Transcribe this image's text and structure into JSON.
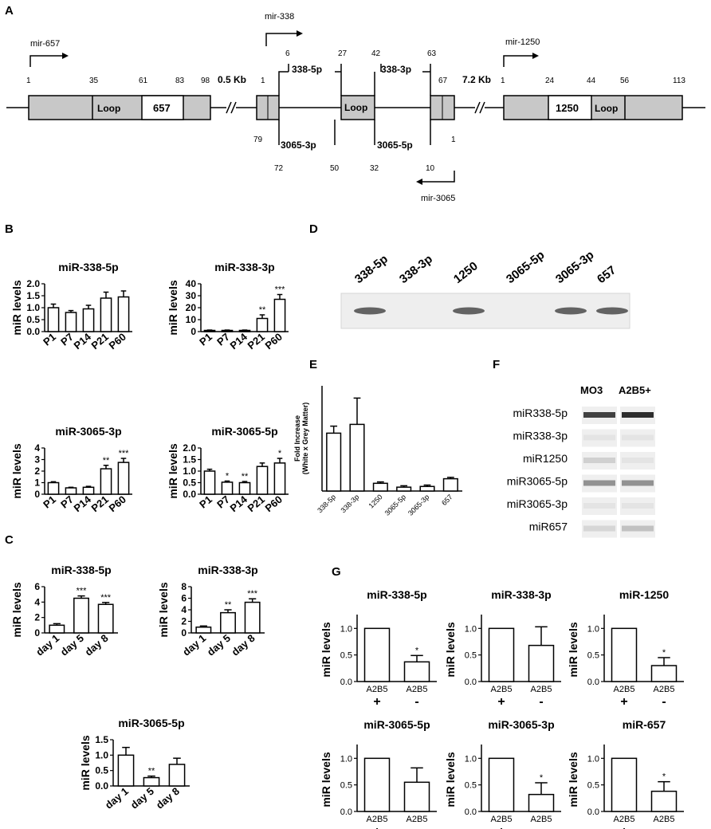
{
  "panel_letters": {
    "A": "A",
    "B": "B",
    "C": "C",
    "D": "D",
    "E": "E",
    "F": "F",
    "G": "G"
  },
  "panelA": {
    "promoters": {
      "mir657": "mir-657",
      "mir338": "mir-338",
      "mir1250": "mir-1250",
      "mir3065": "mir-3065"
    },
    "gaps": [
      "0.5 Kb",
      "7.2 Kb"
    ],
    "box657": {
      "positions": [
        "1",
        "35",
        "61",
        "83",
        "98"
      ],
      "loop": "Loop",
      "name": "657"
    },
    "box338": {
      "top_positions": [
        "1",
        "6",
        "27",
        "42",
        "63",
        "67"
      ],
      "bottom_positions": [
        "79",
        "72",
        "50",
        "32",
        "10",
        "1"
      ],
      "labels": {
        "mir338_5p": "338-5p",
        "mir338_3p": "338-3p",
        "mir3065_3p": "3065-3p",
        "mir3065_5p": "3065-5p",
        "loop": "Loop"
      }
    },
    "box1250": {
      "positions": [
        "1",
        "24",
        "44",
        "56",
        "113"
      ],
      "name": "1250",
      "loop": "Loop"
    }
  },
  "panelD": {
    "lanes": [
      "338-5p",
      "338-3p",
      "1250",
      "3065-5p",
      "3065-3p",
      "657"
    ],
    "band_present": [
      true,
      false,
      true,
      false,
      true,
      true
    ]
  },
  "panelF": {
    "columns": [
      "MO3",
      "A2B5+"
    ],
    "rows": [
      "miR338-5p",
      "miR338-3p",
      "miR1250",
      "miR3065-5p",
      "miR3065-3p",
      "miR657"
    ],
    "band_intensity": [
      [
        0.85,
        0.95
      ],
      [
        0.05,
        0.05
      ],
      [
        0.15,
        0.05
      ],
      [
        0.45,
        0.45
      ],
      [
        0.05,
        0.05
      ],
      [
        0.12,
        0.22
      ]
    ]
  },
  "chart_data": [
    {
      "id": "B1",
      "type": "bar",
      "title": "miR-338-5p",
      "ylabel": "miR levels",
      "categories": [
        "P1",
        "P7",
        "P14",
        "P21",
        "P60"
      ],
      "values": [
        1.0,
        0.8,
        0.95,
        1.4,
        1.45
      ],
      "errors": [
        0.15,
        0.08,
        0.15,
        0.25,
        0.25
      ],
      "sig": [
        "",
        "",
        "",
        "",
        ""
      ],
      "ylim": [
        0,
        2.0
      ],
      "yticks": [
        "0.0",
        "0.5",
        "1.0",
        "1.5",
        "2.0"
      ]
    },
    {
      "id": "B2",
      "type": "bar",
      "title": "miR-338-3p",
      "ylabel": "miR levels",
      "categories": [
        "P1",
        "P7",
        "P14",
        "P21",
        "P60"
      ],
      "values": [
        1,
        1,
        1,
        11,
        27
      ],
      "errors": [
        0.3,
        0.3,
        0.3,
        3,
        4
      ],
      "sig": [
        "",
        "",
        "",
        "**",
        "***"
      ],
      "ylim": [
        0,
        40
      ],
      "yticks": [
        "0",
        "10",
        "20",
        "30",
        "40"
      ]
    },
    {
      "id": "B3",
      "type": "bar",
      "title": "miR-3065-3p",
      "ylabel": "miR levels",
      "categories": [
        "P1",
        "P7",
        "P14",
        "P21",
        "P60"
      ],
      "values": [
        1.0,
        0.55,
        0.6,
        2.2,
        2.75
      ],
      "errors": [
        0.08,
        0.05,
        0.08,
        0.3,
        0.35
      ],
      "sig": [
        "",
        "",
        "",
        "**",
        "***"
      ],
      "ylim": [
        0,
        4
      ],
      "yticks": [
        "0",
        "1",
        "2",
        "3",
        "4"
      ]
    },
    {
      "id": "B4",
      "type": "bar",
      "title": "miR-3065-5p",
      "ylabel": "miR levels",
      "categories": [
        "P1",
        "P7",
        "P14",
        "P21",
        "P60"
      ],
      "values": [
        1.0,
        0.52,
        0.5,
        1.2,
        1.35
      ],
      "errors": [
        0.08,
        0.05,
        0.05,
        0.15,
        0.2
      ],
      "sig": [
        "",
        "*",
        "**",
        "",
        "*"
      ],
      "ylim": [
        0,
        2.0
      ],
      "yticks": [
        "0.0",
        "0.5",
        "1.0",
        "1.5",
        "2.0"
      ]
    },
    {
      "id": "C1",
      "type": "bar",
      "title": "miR-338-5p",
      "ylabel": "miR levels",
      "categories": [
        "day 1",
        "day 5",
        "day 8"
      ],
      "values": [
        1.0,
        4.5,
        3.7
      ],
      "errors": [
        0.2,
        0.3,
        0.25
      ],
      "sig": [
        "",
        "***",
        "***"
      ],
      "ylim": [
        0,
        6
      ],
      "yticks": [
        "0",
        "2",
        "4",
        "6"
      ]
    },
    {
      "id": "C2",
      "type": "bar",
      "title": "miR-338-3p",
      "ylabel": "miR levels",
      "categories": [
        "day 1",
        "day 5",
        "day 8"
      ],
      "values": [
        1.0,
        3.5,
        5.3
      ],
      "errors": [
        0.2,
        0.5,
        0.6
      ],
      "sig": [
        "",
        "**",
        "***"
      ],
      "ylim": [
        0,
        8
      ],
      "yticks": [
        "0",
        "2",
        "4",
        "6",
        "8"
      ]
    },
    {
      "id": "C3",
      "type": "bar",
      "title": "miR-3065-5p",
      "ylabel": "miR levels",
      "categories": [
        "day 1",
        "day 5",
        "day 8"
      ],
      "values": [
        1.0,
        0.27,
        0.7
      ],
      "errors": [
        0.25,
        0.05,
        0.2
      ],
      "sig": [
        "",
        "**",
        ""
      ],
      "ylim": [
        0,
        1.5
      ],
      "yticks": [
        "0.0",
        "0.5",
        "1.0",
        "1.5"
      ]
    },
    {
      "id": "E",
      "type": "bar",
      "title": "",
      "ylabel": "Fold Increase\n(White x Grey Matter)",
      "categories": [
        "338-5p",
        "338-3p",
        "1250",
        "3065-5p",
        "3065-3p",
        "657"
      ],
      "values": [
        16.5,
        19,
        2.2,
        1.1,
        1.3,
        3.5
      ],
      "errors": [
        2,
        7.5,
        0.4,
        0.4,
        0.4,
        0.4
      ],
      "sig": [
        "",
        "",
        "",
        "",
        "",
        ""
      ],
      "ylim": [
        0,
        30
      ],
      "yticks": []
    },
    {
      "id": "G1",
      "type": "bar",
      "title": "miR-338-5p",
      "ylabel": "miR levels",
      "categories": [
        "A2B5\n+",
        "A2B5\n-"
      ],
      "values": [
        1.0,
        0.37
      ],
      "errors": [
        0,
        0.12
      ],
      "sig": [
        "",
        "*"
      ],
      "ylim": [
        0,
        1.2
      ],
      "yticks": [
        "0.0",
        "0.5",
        "1.0"
      ]
    },
    {
      "id": "G2",
      "type": "bar",
      "title": "miR-338-3p",
      "ylabel": "miR levels",
      "categories": [
        "A2B5\n+",
        "A2B5\n-"
      ],
      "values": [
        1.0,
        0.68
      ],
      "errors": [
        0,
        0.35
      ],
      "sig": [
        "",
        ""
      ],
      "ylim": [
        0,
        1.2
      ],
      "yticks": [
        "0.0",
        "0.5",
        "1.0"
      ]
    },
    {
      "id": "G3",
      "type": "bar",
      "title": "miR-1250",
      "ylabel": "miR levels",
      "categories": [
        "A2B5\n+",
        "A2B5\n-"
      ],
      "values": [
        1.0,
        0.3
      ],
      "errors": [
        0,
        0.15
      ],
      "sig": [
        "",
        "*"
      ],
      "ylim": [
        0,
        1.2
      ],
      "yticks": [
        "0.0",
        "0.5",
        "1.0"
      ]
    },
    {
      "id": "G4",
      "type": "bar",
      "title": "miR-3065-5p",
      "ylabel": "miR levels",
      "categories": [
        "A2B5\n+",
        "A2B5\n-"
      ],
      "values": [
        1.0,
        0.55
      ],
      "errors": [
        0,
        0.27
      ],
      "sig": [
        "",
        ""
      ],
      "ylim": [
        0,
        1.2
      ],
      "yticks": [
        "0.0",
        "0.5",
        "1.0"
      ]
    },
    {
      "id": "G5",
      "type": "bar",
      "title": "miR-3065-3p",
      "ylabel": "miR levels",
      "categories": [
        "A2B5\n+",
        "A2B5\n-"
      ],
      "values": [
        1.0,
        0.32
      ],
      "errors": [
        0,
        0.22
      ],
      "sig": [
        "",
        "*"
      ],
      "ylim": [
        0,
        1.2
      ],
      "yticks": [
        "0.0",
        "0.5",
        "1.0"
      ]
    },
    {
      "id": "G6",
      "type": "bar",
      "title": "miR-657",
      "ylabel": "miR levels",
      "categories": [
        "A2B5\n+",
        "A2B5\n-"
      ],
      "values": [
        1.0,
        0.38
      ],
      "errors": [
        0,
        0.18
      ],
      "sig": [
        "",
        "*"
      ],
      "ylim": [
        0,
        1.2
      ],
      "yticks": [
        "0.0",
        "0.5",
        "1.0"
      ]
    }
  ]
}
